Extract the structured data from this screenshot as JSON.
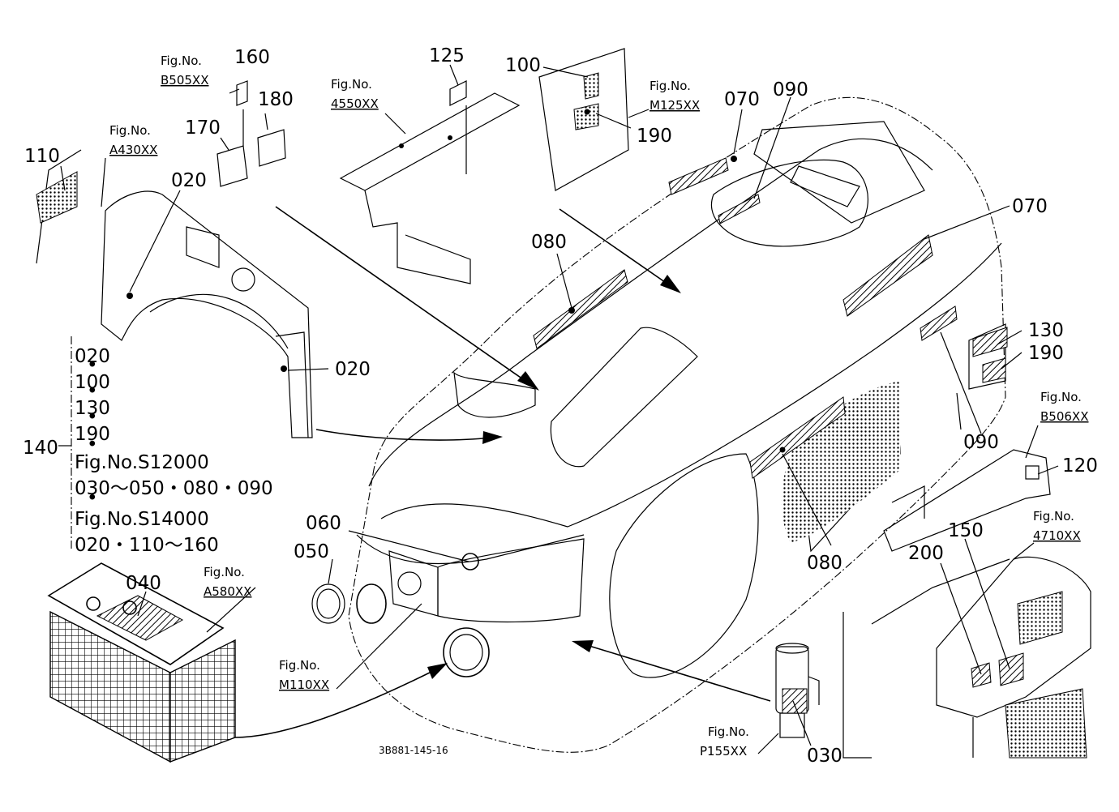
{
  "drawing_code": "3B881-145-16",
  "callouts": {
    "c160": "160",
    "c180": "180",
    "c170": "170",
    "c110": "110",
    "c020a": "020",
    "c125": "125",
    "c100": "100",
    "c190a": "190",
    "c070a": "070",
    "c090a": "090",
    "c070b": "070",
    "c080a": "080",
    "c020b": "020",
    "c130": "130",
    "c190b": "190",
    "c090b": "090",
    "c120": "120",
    "c140": "140",
    "c060": "060",
    "c050": "050",
    "c040": "040",
    "c080b": "080",
    "c200": "200",
    "c150": "150",
    "c030": "030"
  },
  "fig_refs": {
    "b505": {
      "label": "Fig.No.",
      "code": "B505XX"
    },
    "a430": {
      "label": "Fig.No.",
      "code": "A430XX"
    },
    "f4550": {
      "label": "Fig.No.",
      "code": "4550XX"
    },
    "m125": {
      "label": "Fig.No.",
      "code": "M125XX"
    },
    "b506": {
      "label": "Fig.No.",
      "code": "B506XX"
    },
    "f4710": {
      "label": "Fig.No.",
      "code": "4710XX"
    },
    "a580": {
      "label": "Fig.No.",
      "code": "A580XX"
    },
    "m110": {
      "label": "Fig.No.",
      "code": "M110XX"
    },
    "p155": {
      "label": "Fig.No.",
      "code": "P155XX"
    }
  },
  "kit_list": {
    "lines": [
      "020",
      "100",
      "130",
      "190",
      "Fig.No.S12000",
      "030～050・080・090",
      "Fig.No.S14000",
      "020・110～160"
    ]
  }
}
